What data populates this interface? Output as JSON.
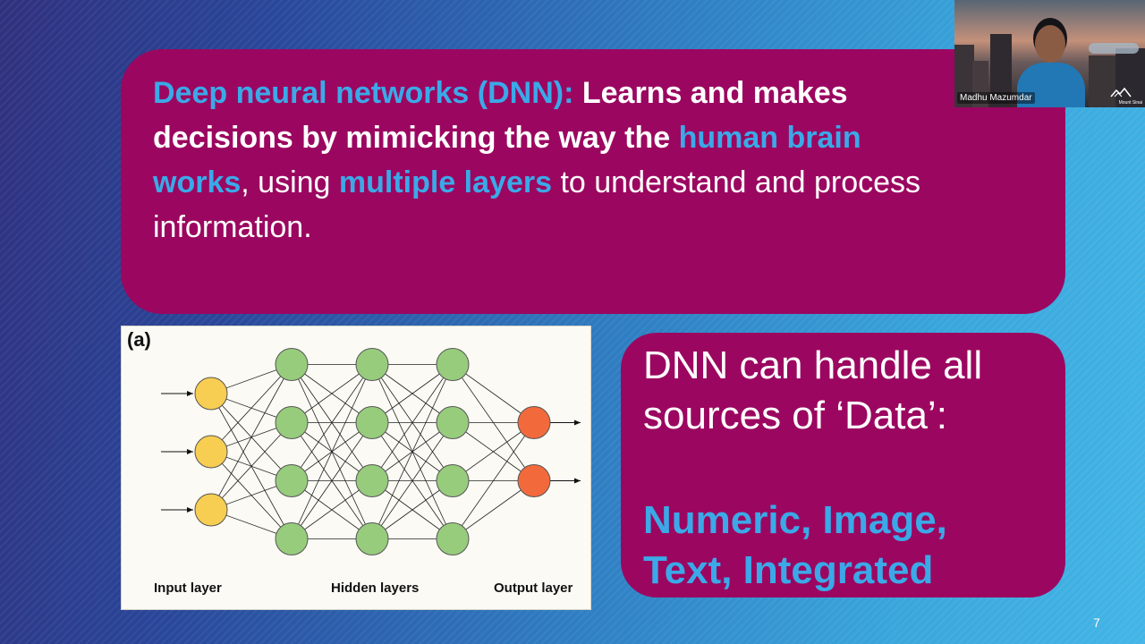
{
  "slide": {
    "top_box": {
      "segments": [
        {
          "text": "Deep neural networks (DNN):",
          "style": "hl"
        },
        {
          "text": "  ",
          "style": "plain"
        },
        {
          "text": "Learns and makes decisions by mimicking the way the",
          "style": "wb"
        },
        {
          "text": " ",
          "style": "plain"
        },
        {
          "text": "human brain works",
          "style": "hl"
        },
        {
          "text": ", using ",
          "style": "plain"
        },
        {
          "text": "multiple layers",
          "style": "hl"
        },
        {
          "text": " to understand and process information.",
          "style": "plain"
        }
      ]
    },
    "right_box": {
      "line1": "DNN can handle all",
      "line2": "sources of ‘Data’:",
      "highlight_line1": "Numeric, Image,",
      "highlight_line2": "Text, Integrated"
    },
    "figure": {
      "label": "(a)",
      "input_label": "Input layer",
      "hidden_label": "Hidden layers",
      "output_label": "Output layer",
      "layers": {
        "input_count": 3,
        "hidden_layer_sizes": [
          4,
          4,
          4
        ],
        "output_count": 2
      },
      "colors": {
        "input": "#f7cd52",
        "hidden": "#97cc7c",
        "output": "#f26a3c"
      }
    },
    "page_number": "7"
  },
  "webcam": {
    "participant_name": "Madhu Mazumdar",
    "logo_text": "Mount Sinai"
  },
  "theme": {
    "box_color": "#9b0760",
    "highlight_color": "#3ba9e8"
  }
}
